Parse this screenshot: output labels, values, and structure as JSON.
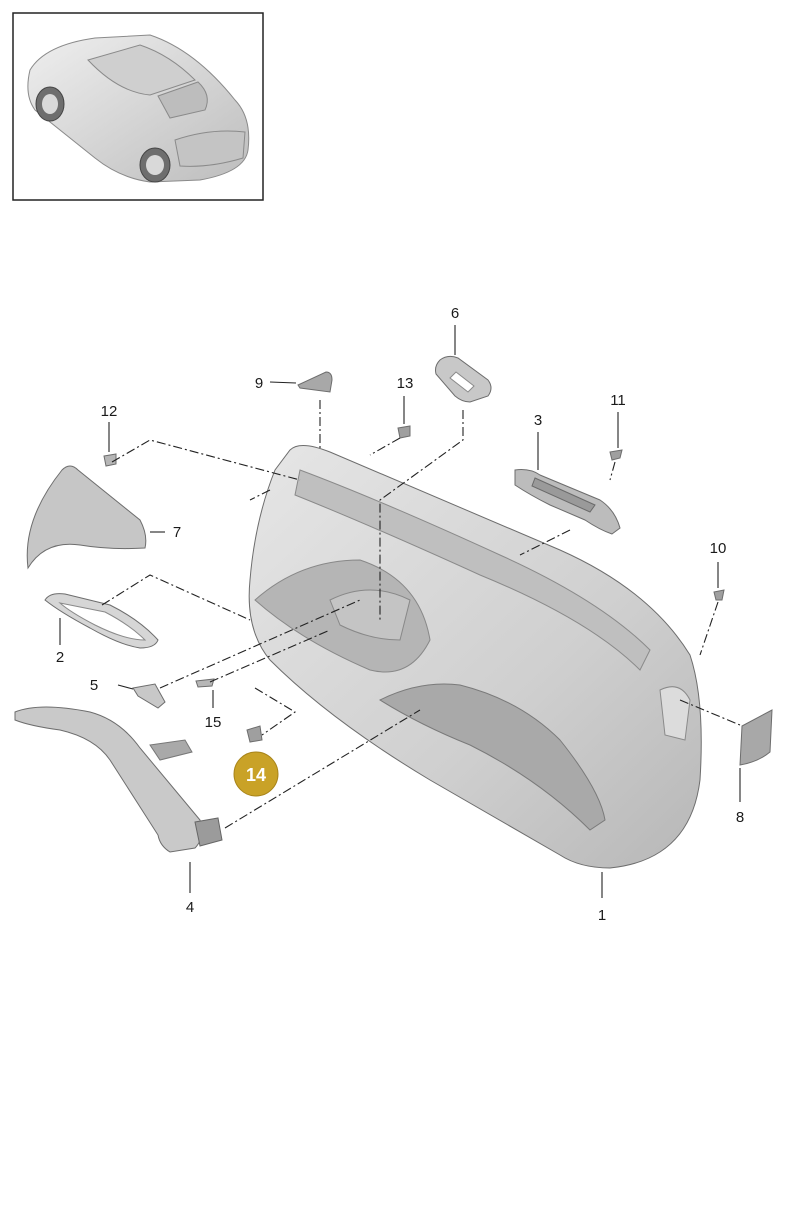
{
  "thumbnail": {
    "icon": "sports-car-icon"
  },
  "callouts": [
    {
      "id": "c1",
      "text": "1"
    },
    {
      "id": "c2",
      "text": "2"
    },
    {
      "id": "c3",
      "text": "3"
    },
    {
      "id": "c4",
      "text": "4"
    },
    {
      "id": "c5",
      "text": "5"
    },
    {
      "id": "c6",
      "text": "6"
    },
    {
      "id": "c7",
      "text": "7"
    },
    {
      "id": "c8",
      "text": "8"
    },
    {
      "id": "c9",
      "text": "9"
    },
    {
      "id": "c10",
      "text": "10"
    },
    {
      "id": "c11",
      "text": "11"
    },
    {
      "id": "c12",
      "text": "12"
    },
    {
      "id": "c13",
      "text": "13"
    },
    {
      "id": "c15",
      "text": "15"
    }
  ],
  "highlight": {
    "text": "14",
    "color": "#c9a227"
  },
  "colors": {
    "part_fill": "#d2d2d2",
    "part_dark": "#a9a9a9",
    "line": "#222222"
  }
}
